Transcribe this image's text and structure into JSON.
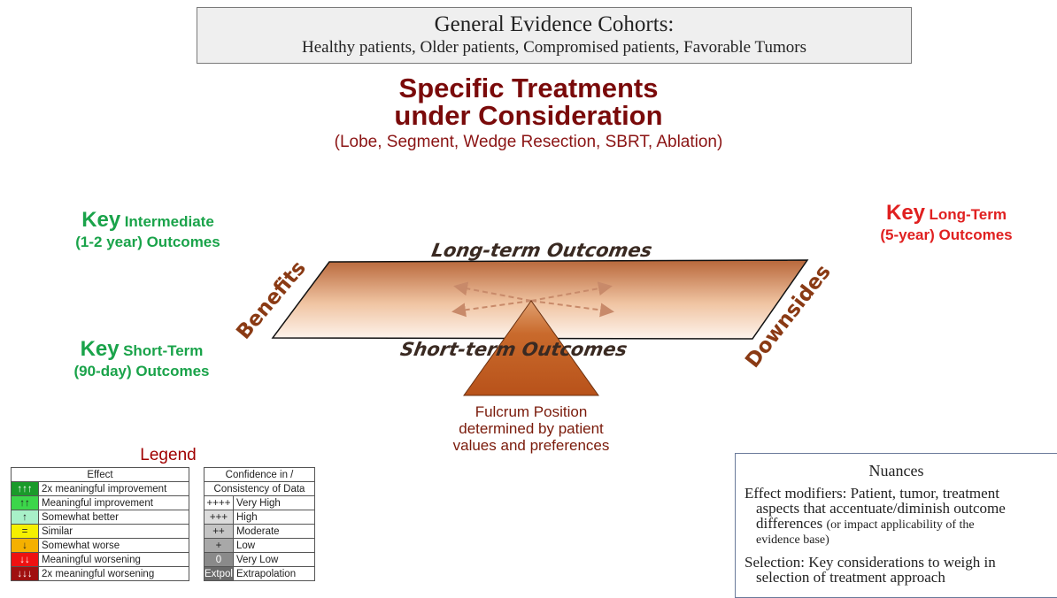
{
  "cohorts": {
    "title": "General Evidence Cohorts:",
    "subtitle": "Healthy patients, Older patients, Compromised patients, Favorable Tumors"
  },
  "treatments": {
    "title_line1": "Specific Treatments",
    "title_line2": "under Consideration",
    "subtitle": "(Lobe, Segment, Wedge Resection, SBRT, Ablation)"
  },
  "key_intermediate": {
    "key": "Key",
    "label1": "Intermediate",
    "label2": "(1-2 year) Outcomes"
  },
  "key_short": {
    "key": "Key",
    "label1": "Short-Term",
    "label2": "(90-day) Outcomes"
  },
  "key_long": {
    "key": "Key",
    "label1": "Long-Term",
    "label2": "(5-year) Outcomes"
  },
  "scale": {
    "top_label": "Long-term Outcomes",
    "bottom_label": "Short-term Outcomes",
    "left_label": "Benefits",
    "right_label": "Downsides"
  },
  "fulcrum": {
    "line1": "Fulcrum Position",
    "line2": "determined by patient",
    "line3": "values and preferences"
  },
  "legend": {
    "title": "Legend",
    "effect_header": "Effect",
    "effects": [
      {
        "symbol": "↑↑↑",
        "label": "2x meaningful improvement",
        "color": "#1a9a2a"
      },
      {
        "symbol": "↑↑",
        "label": "Meaningful improvement",
        "color": "#3cd64a"
      },
      {
        "symbol": "↑",
        "label": "Somewhat better",
        "color": "#a8f0c8"
      },
      {
        "symbol": "=",
        "label": "Similar",
        "color": "#f5f000"
      },
      {
        "symbol": "↓",
        "label": "Somewhat worse",
        "color": "#f5b000"
      },
      {
        "symbol": "↓↓",
        "label": "Meaningful worsening",
        "color": "#ee1111"
      },
      {
        "symbol": "↓↓↓",
        "label": "2x meaningful worsening",
        "color": "#a01010"
      }
    ],
    "confidence_header1": "Confidence in /",
    "confidence_header2": "Consistency of Data",
    "confidence": [
      {
        "symbol": "++++",
        "label": "Very High",
        "color": "#ffffff"
      },
      {
        "symbol": "+++",
        "label": "High",
        "color": "#dcdcdc"
      },
      {
        "symbol": "++",
        "label": "Moderate",
        "color": "#c4c4c4"
      },
      {
        "symbol": "+",
        "label": "Low",
        "color": "#a8a8a8"
      },
      {
        "symbol": "0",
        "label": "Very Low",
        "color": "#8a8a8a"
      },
      {
        "symbol": "Extpol",
        "label": "Extrapolation",
        "color": "#6a6a6a"
      }
    ]
  },
  "nuances": {
    "title": "Nuances",
    "em_line1": "Effect modifiers: Patient, tumor, treatment",
    "em_line2": "aspects that accentuate/diminish outcome",
    "em_line3": "differences",
    "em_small1": "(or impact applicability of the",
    "em_small2": "evidence base)",
    "sel_line1": "Selection: Key considerations to weigh in",
    "sel_line2": "selection of treatment approach"
  }
}
